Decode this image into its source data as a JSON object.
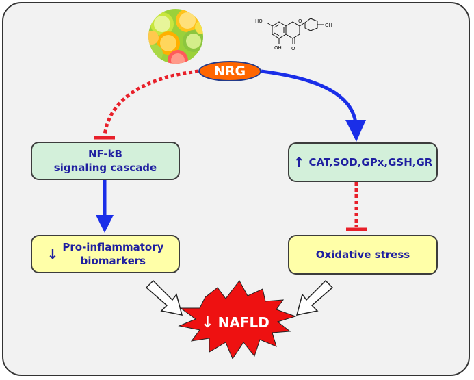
{
  "center": {
    "label": "NRG"
  },
  "molecule": {
    "oh1": "HO",
    "oh2": "OH",
    "oh3": "OH",
    "ketone": "O",
    "ring_o": "O"
  },
  "boxes": {
    "nfkb": {
      "line1": "NF-kB",
      "line2": "signaling cascade"
    },
    "enzymes": {
      "arrow": "↑",
      "text": "CAT,SOD,GPx,GSH,GR"
    },
    "inflammatory": {
      "arrow": "↓",
      "line1": "Pro-inflammatory",
      "line2": "biomarkers"
    },
    "oxidative": {
      "text": "Oxidative stress"
    }
  },
  "outcome": {
    "arrow": "↓",
    "label": "NAFLD"
  },
  "colors": {
    "activation": "#1a2ee8",
    "inhibition": "#e8202a",
    "outcome_fill": "#ee1111",
    "center_fill": "#ff6600",
    "box_green": "#d3f0da",
    "box_yellow": "#ffffa8",
    "text_blue": "#1f1fa0"
  }
}
